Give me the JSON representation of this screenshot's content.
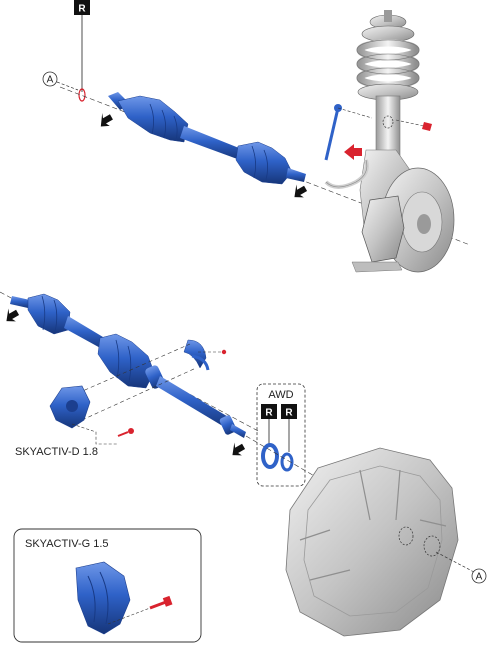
{
  "labels": {
    "callout_a": "A",
    "replace_mark": "R",
    "awd": "AWD",
    "engine_d": "SKYACTIV-D 1.8",
    "engine_g": "SKYACTIV-G 1.5"
  },
  "colors": {
    "shaft_blue": "#2f62c8",
    "shaft_dark": "#1c3f8f",
    "part_gray": "#bfbfbf",
    "bolt_red": "#d9232e",
    "badge_black": "#111111"
  },
  "icons": [
    "arrow-icon",
    "replace-badge-icon",
    "callout-a-icon",
    "bolt-icon"
  ]
}
